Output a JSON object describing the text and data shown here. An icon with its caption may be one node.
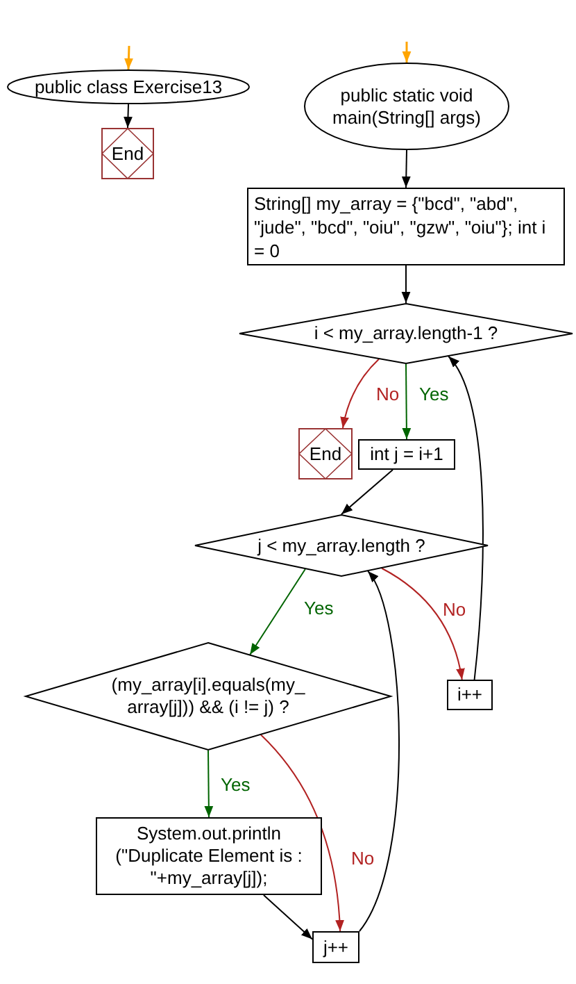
{
  "diagram": {
    "nodes": [
      {
        "text": [
          "public class Exercise13"
        ]
      },
      {
        "text": [
          "End"
        ]
      },
      {
        "text": [
          "public static void main(String[] args)"
        ]
      },
      {
        "text": [
          "String[] my_array = {\"bcd\", \"abd\", \"jude\", \"bcd\", \"oiu\", \"gzw\", \"oiu\"}; int i = 0"
        ]
      },
      {
        "text": [
          "i < my_array.length-1 ?"
        ]
      },
      {
        "text": [
          "End"
        ]
      },
      {
        "text": [
          "int j = i+1"
        ]
      },
      {
        "text": [
          "j < my_array.length ?"
        ]
      },
      {
        "text": [
          "(my_array[i].equals(my_ array[j])) && (i != j) ?"
        ]
      },
      {
        "text": [
          "System.out.println (\"Duplicate Element is : \"+my_array[j]);"
        ]
      },
      {
        "text": [
          "j++"
        ]
      },
      {
        "text": [
          "i++"
        ]
      }
    ],
    "edges": [
      {
        "from": null,
        "to": 0,
        "arrow": "to",
        "color": "#ffa500"
      },
      {
        "from": null,
        "to": 2,
        "arrow": "to",
        "color": "#ffa500"
      },
      {
        "from": 0,
        "to": 1,
        "arrow": "to"
      },
      {
        "from": 2,
        "to": 3,
        "arrow": "to"
      },
      {
        "from": 3,
        "to": 4,
        "arrow": "to"
      },
      {
        "from": 4,
        "to": 5,
        "arrow": "to",
        "label": "No",
        "color": "#b22222"
      },
      {
        "from": 4,
        "to": 6,
        "arrow": "to",
        "label": "Yes",
        "color": "#006400"
      },
      {
        "from": 6,
        "to": 7,
        "arrow": "to"
      },
      {
        "from": 7,
        "to": 8,
        "arrow": "to",
        "label": "Yes",
        "color": "#006400"
      },
      {
        "from": 7,
        "to": 11,
        "arrow": "to",
        "label": "No",
        "color": "#b22222"
      },
      {
        "from": 8,
        "to": 9,
        "arrow": "to",
        "label": "Yes",
        "color": "#006400"
      },
      {
        "from": 8,
        "to": 10,
        "arrow": "to",
        "label": "No",
        "color": "#b22222"
      },
      {
        "from": 9,
        "to": 10,
        "arrow": "to"
      },
      {
        "from": 10,
        "to": 7,
        "arrow": "to"
      },
      {
        "from": 11,
        "to": 4,
        "arrow": "to"
      }
    ]
  }
}
